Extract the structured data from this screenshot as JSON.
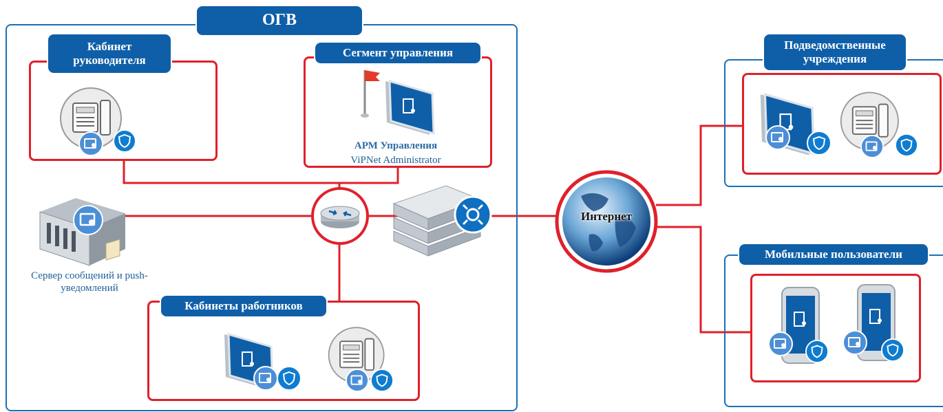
{
  "ogv": {
    "title": "ОГВ",
    "head_office": {
      "title_line1": "Кабинет",
      "title_line2": "руководителя"
    },
    "mgmt_segment": {
      "title": "Сегмент управления",
      "caption_line1": "АРМ Управления",
      "caption_line2": "ViPNet Administrator"
    },
    "server": {
      "caption_line1": "Сервер сообщений и push-",
      "caption_line2": "уведомлений"
    },
    "workers": {
      "title": "Кабинеты работников"
    }
  },
  "internet": {
    "label": "Интернет"
  },
  "subordinate": {
    "title_line1": "Подведомственные",
    "title_line2": "учреждения"
  },
  "mobile": {
    "title": "Мобильные пользователи"
  },
  "colors": {
    "brand_blue": "#0f5fa8",
    "link_red": "#e0202a",
    "frame_blue": "#1a6fb5"
  },
  "icons": [
    "ip-phone-icon",
    "monitor-icon",
    "router-icon",
    "gateway-server-icon",
    "rack-server-icon",
    "globe-icon",
    "smartphone-icon",
    "flag-icon",
    "vipnet-client-badge-icon",
    "vipnet-connect-badge-icon",
    "coordinator-badge-icon"
  ]
}
